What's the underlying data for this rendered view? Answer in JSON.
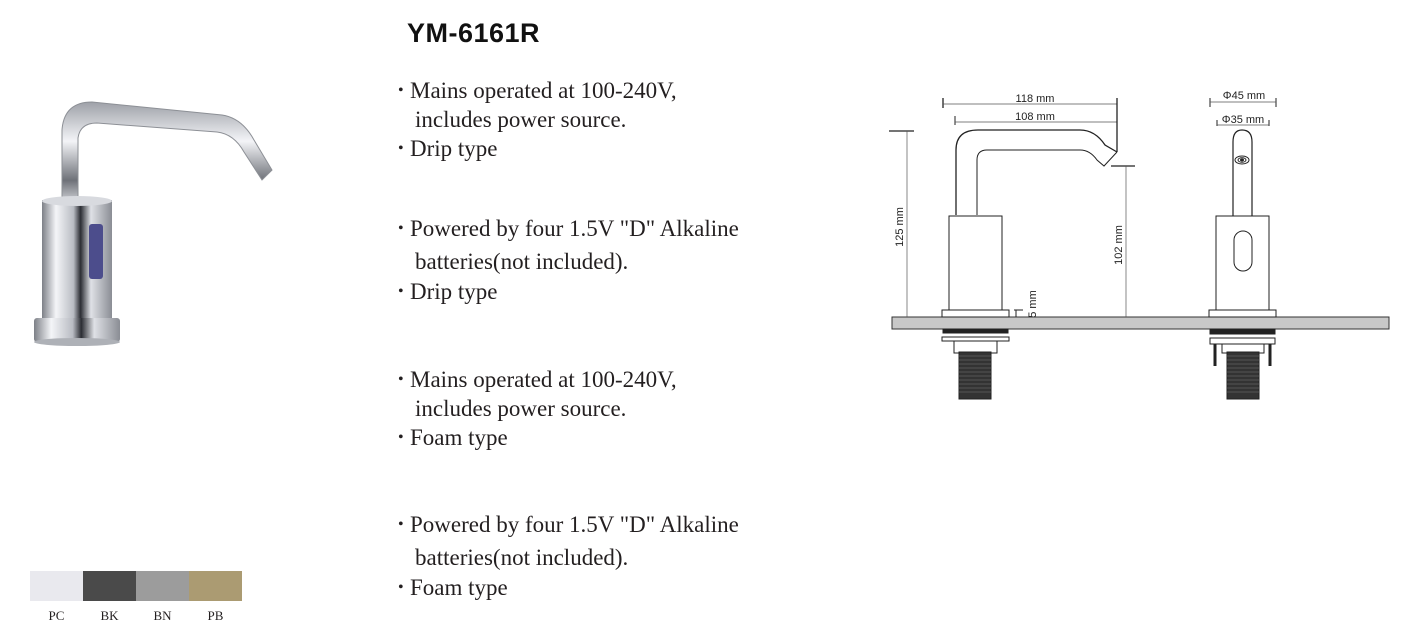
{
  "product": {
    "model": "YM-6161R"
  },
  "specs": [
    {
      "lines": [
        "Mains operated at 100-240V,",
        "includes power source."
      ],
      "type": "Drip type"
    },
    {
      "lines": [
        "Powered by four 1.5V \"D\" Alkaline",
        "batteries(not included)."
      ],
      "type": "Drip type"
    },
    {
      "lines": [
        "Mains operated at 100-240V,",
        "includes power source."
      ],
      "type": "Foam type"
    },
    {
      "lines": [
        "Powered by four 1.5V \"D\" Alkaline",
        "batteries(not included)."
      ],
      "type": "Foam type"
    }
  ],
  "finishes": [
    {
      "code": "PC",
      "color": "#e9e9ee"
    },
    {
      "code": "BK",
      "color": "#4a4a4a"
    },
    {
      "code": "BN",
      "color": "#9c9c9c"
    },
    {
      "code": "PB",
      "color": "#ab9b72"
    }
  ],
  "dimensions": {
    "spout_reach_outer": "118 mm",
    "spout_reach_inner": "108 mm",
    "total_height": "125 mm",
    "outlet_height": "102 mm",
    "base_thickness": "5 mm",
    "base_diameter": "Φ45 mm",
    "body_diameter": "Φ35 mm"
  }
}
